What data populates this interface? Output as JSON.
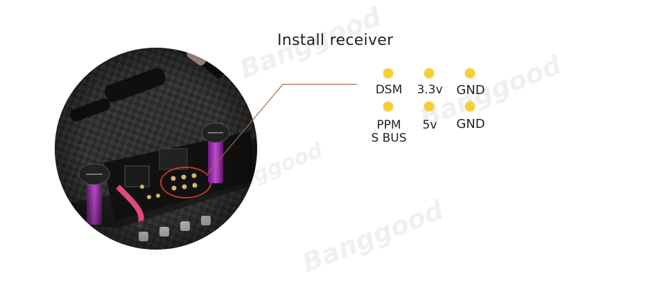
{
  "title": "Install receiver",
  "pins": [
    {
      "label": "DSM",
      "color": "#f6cf2e"
    },
    {
      "label": "3.3v",
      "color": "#f6cf2e"
    },
    {
      "label": "GND",
      "color": "#f6cf2e"
    },
    {
      "label": "PPM\nS BUS",
      "color": "#f6cf2e"
    },
    {
      "label": "5v",
      "color": "#f6cf2e"
    },
    {
      "label": "GND",
      "color": "#f6cf2e"
    }
  ],
  "pin_row1": {
    "col1": "DSM",
    "col2": "3.3v",
    "col3": "GND"
  },
  "pin_row2": {
    "col1a": "PPM",
    "col1b": "S BUS",
    "col2": "5v",
    "col3": "GND"
  },
  "colors": {
    "pin": "#f6cf2e",
    "callout_line": "#a86a44"
  }
}
